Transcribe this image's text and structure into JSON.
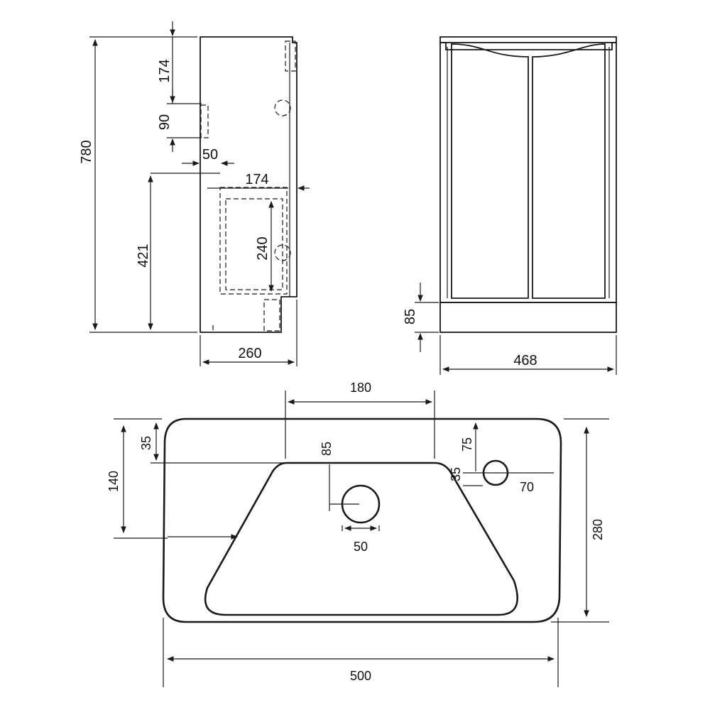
{
  "side_view": {
    "height_total": "780",
    "top_offset": "174",
    "hole_span": "90",
    "inner_offset": "50",
    "shelf_depth": "174",
    "lower_height": "421",
    "shelf_height": "240",
    "depth": "260"
  },
  "front_view": {
    "plinth_height": "85",
    "width": "468"
  },
  "top_view": {
    "tap_spacing": "180",
    "edge_to_bowl": "35",
    "bowl_to_waste": "85",
    "side_depth": "140",
    "overflow_offset": "75",
    "overflow_gap": "35",
    "overflow_diameter": "70",
    "waste_diameter": "50",
    "depth": "280",
    "width": "500"
  },
  "colors": {
    "line": "#1a1a1a",
    "background": "#ffffff"
  }
}
